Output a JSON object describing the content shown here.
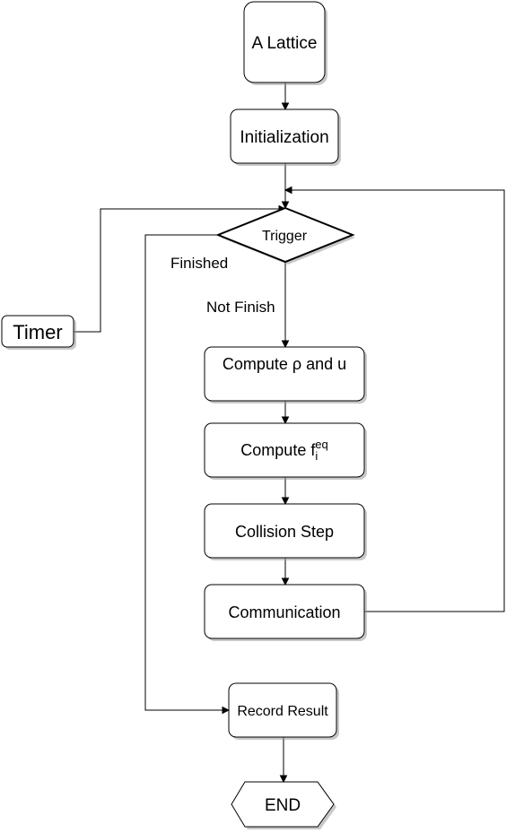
{
  "nodes": {
    "lattice": "A Lattice",
    "init": "Initialization",
    "trigger": "Trigger",
    "timer": "Timer",
    "compute_rho": "Compute ρ and u",
    "compute_feq": {
      "base": "Compute f",
      "sub": "i",
      "sup": "eq"
    },
    "collision": "Collision Step",
    "communication": "Communication",
    "record": "Record Result",
    "end": "END"
  },
  "edges": {
    "finished": "Finished",
    "not_finish": "Not Finish"
  }
}
